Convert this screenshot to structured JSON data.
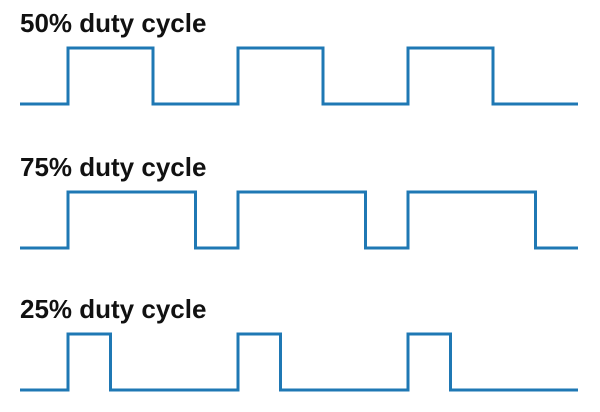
{
  "colors": {
    "waveform": "#1f78b4",
    "label": "#111111",
    "background": "#ffffff"
  },
  "waveforms": [
    {
      "label": "50% duty cycle",
      "duty": 0.5,
      "periods": 3
    },
    {
      "label": "75% duty cycle",
      "duty": 0.75,
      "periods": 3
    },
    {
      "label": "25% duty cycle",
      "duty": 0.25,
      "periods": 3
    }
  ]
}
